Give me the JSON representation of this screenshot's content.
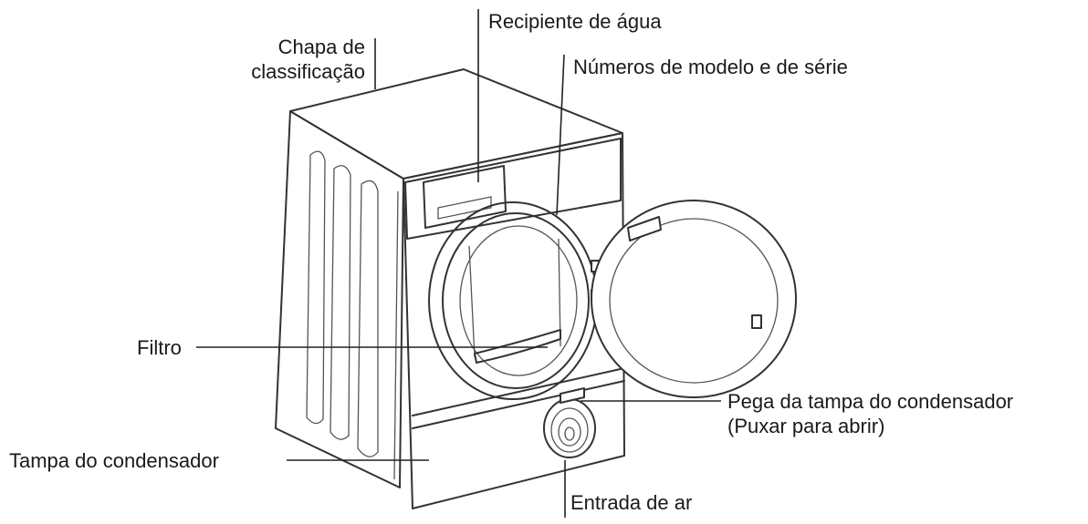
{
  "labels": {
    "rating_plate": [
      "Chapa de",
      "classificação"
    ],
    "water_container": "Recipiente de água",
    "model_serial": "Números de modelo e de série",
    "filter": "Filtro",
    "condenser_cover_handle": [
      "Pega da tampa do condensador",
      "(Puxar para abrir)"
    ],
    "condenser_cover": "Tampa do condensador",
    "air_inlet": "Entrada de ar"
  },
  "colors": {
    "line": "#333333",
    "text": "#1a1a1a",
    "background": "#ffffff"
  }
}
